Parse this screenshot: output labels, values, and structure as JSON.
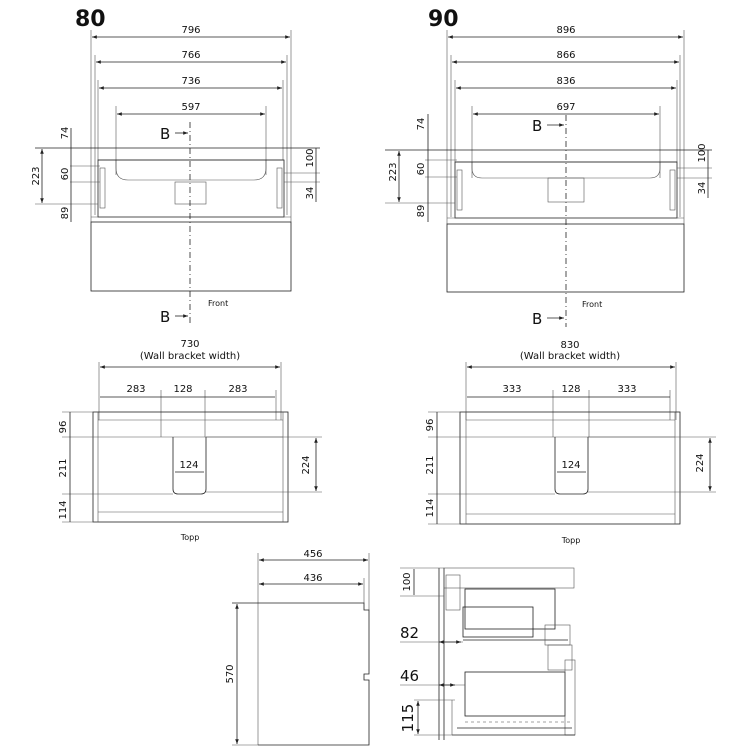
{
  "view80": {
    "title": "80",
    "dims": {
      "w796": "796",
      "w766": "766",
      "w736": "736",
      "w597": "597",
      "h74": "74",
      "h223": "223",
      "h60": "60",
      "h89": "89",
      "h100": "100",
      "h34": "34"
    },
    "section_label": "B",
    "view_label": "Front"
  },
  "view90": {
    "title": "90",
    "dims": {
      "w896": "896",
      "w866": "866",
      "w836": "836",
      "w697": "697",
      "h74": "74",
      "h223": "223",
      "h60": "60",
      "h89": "89",
      "h100": "100",
      "h34": "34"
    },
    "section_label": "B",
    "view_label": "Front"
  },
  "top80": {
    "bracket": "730",
    "bracket_note": "(Wall bracket width)",
    "d283a": "283",
    "d128": "128",
    "d283b": "283",
    "d124": "124",
    "h96": "96",
    "h211": "211",
    "h114": "114",
    "h224": "224",
    "view_label": "Topp"
  },
  "top90": {
    "bracket": "830",
    "bracket_note": "(Wall bracket width)",
    "d333a": "333",
    "d128": "128",
    "d333b": "333",
    "d124": "124",
    "h96": "96",
    "h211": "211",
    "h114": "114",
    "h224": "224",
    "view_label": "Topp"
  },
  "side": {
    "d456": "456",
    "d436": "436",
    "h570": "570"
  },
  "section": {
    "h100": "100",
    "d82": "82",
    "d46": "46",
    "h115": "115"
  }
}
